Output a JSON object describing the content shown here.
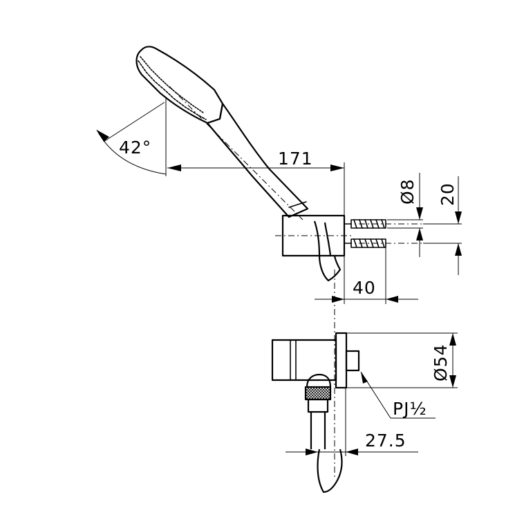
{
  "dimensions": {
    "angle": "42°",
    "head_length": "171",
    "diameter_small": "Ø8",
    "spacing": "20",
    "bracket_depth": "40",
    "flange_diameter": "Ø54",
    "thread": "PJ½",
    "offset": "27.5"
  }
}
